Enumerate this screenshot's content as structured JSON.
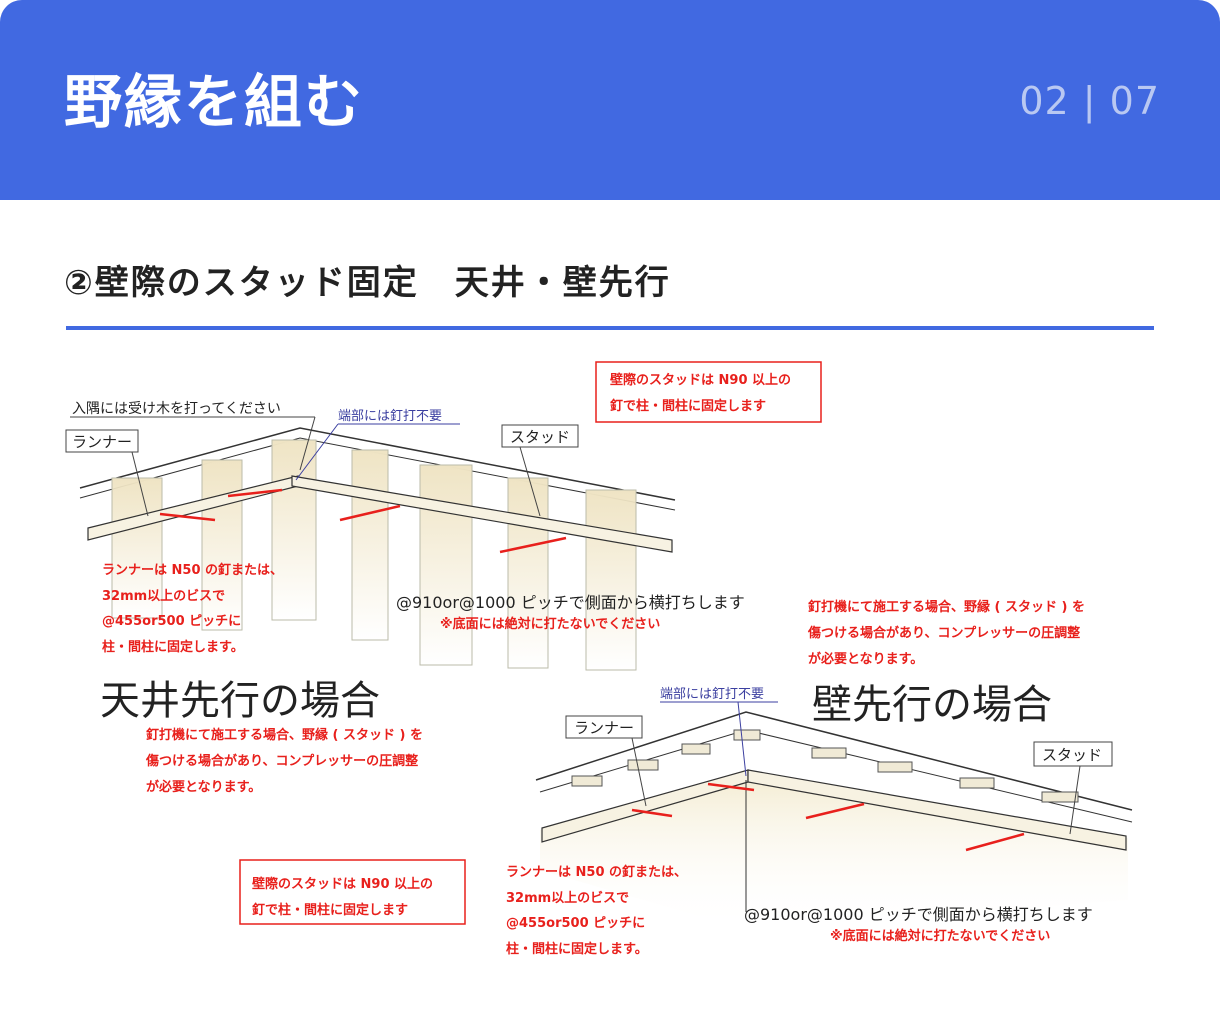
{
  "header": {
    "title": "野縁を組む",
    "page_indicator": "02 | 07"
  },
  "section": {
    "title": "②壁際のスタッド固定　天井・壁先行"
  },
  "diagram": {
    "ceiling_first": {
      "title": "天井先行の場合",
      "corner_note": "入隅には受け木を打ってください",
      "end_note": "端部には釘打不要",
      "runner_label": "ランナー",
      "stud_label": "スタッド",
      "stud_fix_note": [
        "壁際のスタッドは N90 以上の",
        "釘で柱・間柱に固定します"
      ],
      "runner_fix_note": [
        "ランナーは N50 の釘または、",
        "32mm以上のビスで",
        "@455or500 ピッチに",
        "柱・間柱に固定します。"
      ],
      "pitch_note": "@910or@1000 ピッチで側面から横打ちします",
      "bottom_warning": "※底面には絶対に打たないでください",
      "nailer_note": [
        "釘打機にて施工する場合、野縁 ( スタッド ) を",
        "傷つける場合があり、コンプレッサーの圧調整",
        "が必要となります。"
      ]
    },
    "wall_first": {
      "title": "壁先行の場合",
      "end_note": "端部には釘打不要",
      "runner_label": "ランナー",
      "stud_label": "スタッド",
      "nailer_note": [
        "釘打機にて施工する場合、野縁 ( スタッド ) を",
        "傷つける場合があり、コンプレッサーの圧調整",
        "が必要となります。"
      ],
      "stud_fix_note": [
        "壁際のスタッドは N90 以上の",
        "釘で柱・間柱に固定します"
      ],
      "runner_fix_note": [
        "ランナーは N50 の釘または、",
        "32mm以上のビスで",
        "@455or500 ピッチに",
        "柱・間柱に固定します。"
      ],
      "pitch_note": "@910or@1000 ピッチで側面から横打ちします",
      "bottom_warning": "※底面には絶対に打たないでください"
    }
  },
  "colors": {
    "header_bg": "#4169e1",
    "accent_red": "#e8201c",
    "wood": "#efe4c4"
  }
}
